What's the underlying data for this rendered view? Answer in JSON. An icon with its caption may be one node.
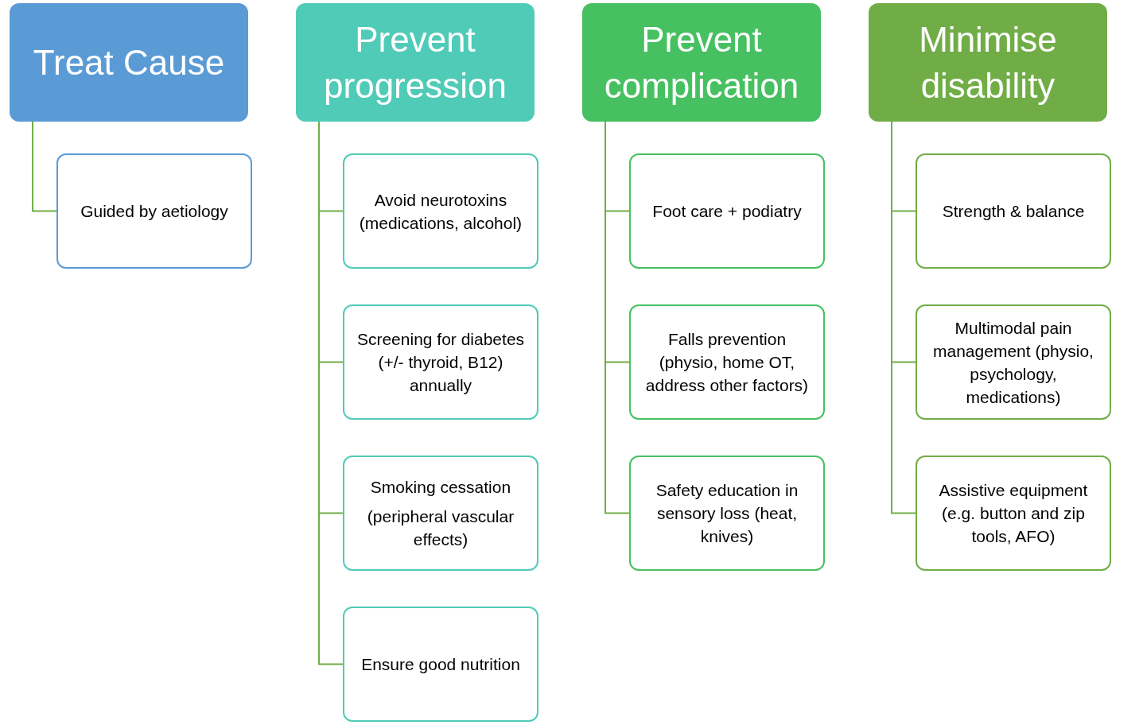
{
  "diagram": {
    "nodes": [
      {
        "text": [
          "Treat Cause"
        ]
      },
      {
        "text": [
          "Guided by aetiology"
        ]
      },
      {
        "text": [
          "Prevent progression"
        ]
      },
      {
        "text": [
          "Avoid neurotoxins (medications, alcohol)"
        ]
      },
      {
        "text": [
          "Screening for diabetes (+/- thyroid, B12) annually"
        ]
      },
      {
        "text": [
          "Smoking cessation",
          "(peripheral vascular effects)"
        ]
      },
      {
        "text": [
          "Ensure good nutrition"
        ]
      },
      {
        "text": [
          "Prevent complication"
        ]
      },
      {
        "text": [
          "Foot care + podiatry"
        ]
      },
      {
        "text": [
          "Falls prevention (physio, home OT, address other factors)"
        ]
      },
      {
        "text": [
          "Safety education in sensory loss (heat, knives)"
        ]
      },
      {
        "text": [
          "Minimise disability"
        ]
      },
      {
        "text": [
          "Strength & balance"
        ]
      },
      {
        "text": [
          "Multimodal pain management (physio, psychology, medications)"
        ]
      },
      {
        "text": [
          "Assistive equipment (e.g. button and zip tools, AFO)"
        ]
      }
    ],
    "edges": [
      {
        "from": 0,
        "to": 1,
        "arrow": "none"
      },
      {
        "from": 2,
        "to": 3,
        "arrow": "none"
      },
      {
        "from": 2,
        "to": 4,
        "arrow": "none"
      },
      {
        "from": 2,
        "to": 5,
        "arrow": "none"
      },
      {
        "from": 2,
        "to": 6,
        "arrow": "none"
      },
      {
        "from": 7,
        "to": 8,
        "arrow": "none"
      },
      {
        "from": 7,
        "to": 9,
        "arrow": "none"
      },
      {
        "from": 7,
        "to": 10,
        "arrow": "none"
      },
      {
        "from": 11,
        "to": 12,
        "arrow": "none"
      },
      {
        "from": 11,
        "to": 13,
        "arrow": "none"
      },
      {
        "from": 11,
        "to": 14,
        "arrow": "none"
      }
    ]
  }
}
